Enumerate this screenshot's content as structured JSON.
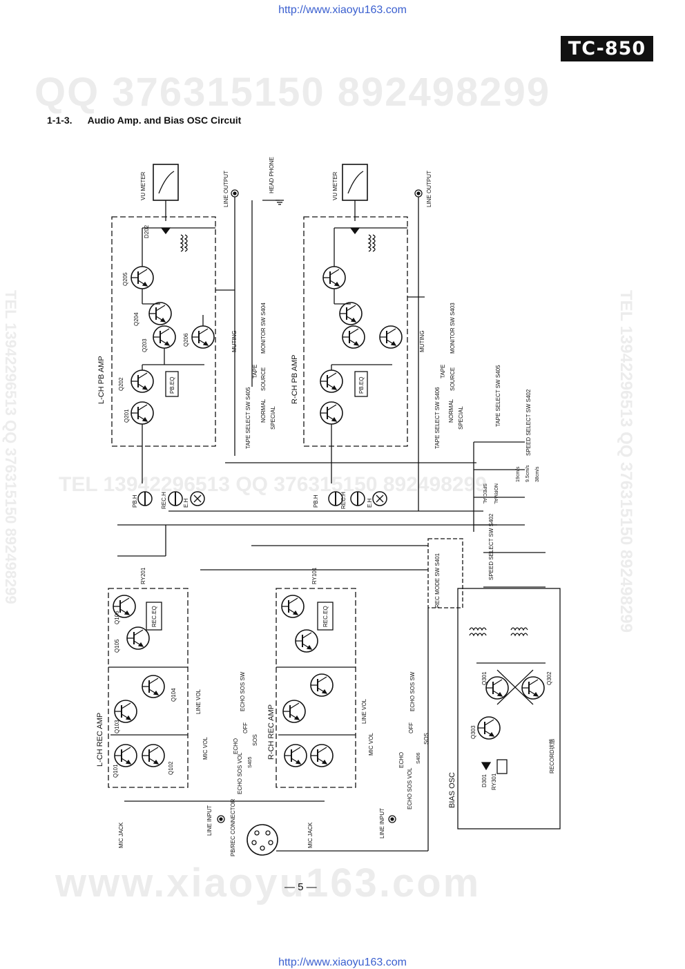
{
  "header": {
    "url_top": "http://www.xiaoyu163.com",
    "model": "TC-850"
  },
  "section": {
    "number": "1-1-3.",
    "title": "Audio Amp. and Bias OSC Circuit"
  },
  "watermarks": {
    "qq": "QQ 376315150   892498299",
    "tel_side": "TEL 13942296513  QQ 376315150  892498299",
    "tel_mid": "TEL 13942296513     QQ 376315150  892498299",
    "site": "www.xiaoyu163.com"
  },
  "schematic": {
    "blocks": [
      "L-CH PB AMP",
      "R-CH PB AMP",
      "L-CH REC AMP",
      "R-CH REC AMP",
      "BIAS OSC"
    ],
    "meters": [
      "VU METER",
      "VU METER"
    ],
    "outputs": [
      "LINE OUTPUT",
      "HEAD PHONE",
      "LINE OUTPUT"
    ],
    "inputs": [
      "LINE INPUT",
      "LINE INPUT",
      "MIC JACK",
      "MIC JACK",
      "PB/REC CONNECTOR"
    ],
    "l_pb_transistors": [
      "Q201",
      "Q202",
      "Q203",
      "Q204",
      "Q205",
      "Q206"
    ],
    "l_rec_transistors": [
      "Q101",
      "Q102",
      "Q103",
      "Q104",
      "Q105",
      "Q106"
    ],
    "bias_transistors": [
      "Q301",
      "Q302",
      "Q303"
    ],
    "heads": [
      "PB.H",
      "REC.H",
      "E.H",
      "PB.H",
      "REC.H",
      "E.H"
    ],
    "eq_boxes": [
      "PB.EQ",
      "PB.EQ",
      "REC.EQ",
      "REC.EQ"
    ],
    "switches": {
      "monitor_l": "MONITOR SW S404",
      "monitor_r": "MONITOR SW S403",
      "monitor_tape": "TAPE",
      "monitor_source": "SOURCE",
      "tape_select_l": "TAPE SELECT SW S405",
      "tape_select_r": "TAPE SELECT SW S406",
      "tape_select_main": "TAPE SELECT SW S405",
      "normal": "NORMAL",
      "special": "SPECIAL",
      "speed_select": "SPEED SELECT SW S402",
      "speed_1": "19cm/s",
      "speed_2": "9.5cm/s",
      "speed_3": "38cm/s",
      "rec_mode": "REC MODE SW S401",
      "echo_sos": "ECHO SOS SW",
      "echo": "ECHO",
      "off": "OFF",
      "sos": "SOS",
      "s_l": "S405",
      "s_r": "S406",
      "muting": "MUTING"
    },
    "relays": [
      "RY201",
      "RY101",
      "RY301"
    ],
    "controls": [
      "LINE VOL",
      "MIC VOL",
      "ECHO SOS VOL",
      "LINE VOL",
      "MIC VOL",
      "ECHO SOS VOL"
    ],
    "misc": {
      "diode_l": "D202",
      "diode_bias": "D301",
      "record": "RECORD状態"
    }
  },
  "footer": {
    "page": "—  5  —",
    "url_bottom": "http://www.xiaoyu163.com"
  }
}
